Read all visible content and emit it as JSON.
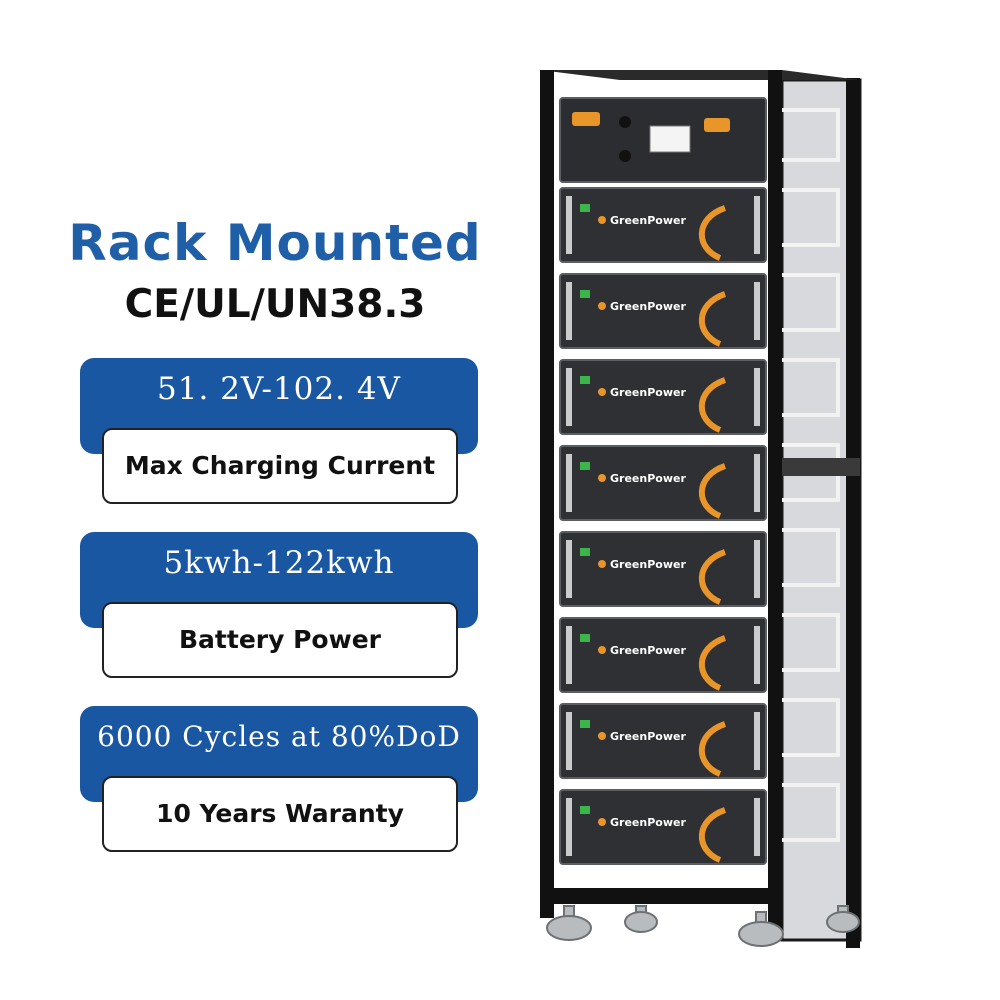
{
  "header": {
    "title": "Rack Mounted",
    "certifications": "CE/UL/UN38.3"
  },
  "cards": [
    {
      "value": "51. 2V-102. 4V",
      "label": "Max Charging Current"
    },
    {
      "value": "5kwh-122kwh",
      "label": "Battery Power"
    },
    {
      "value": "6000 Cycles at 80%DoD",
      "label": "10 Years Waranty"
    }
  ],
  "product": {
    "brand": "GreenPower",
    "module_count": 8
  },
  "colors": {
    "accent_blue": "#1a57a2",
    "title_blue": "#1f5fa8",
    "cable_orange": "#e8952a",
    "module_dark": "#2e3033"
  }
}
